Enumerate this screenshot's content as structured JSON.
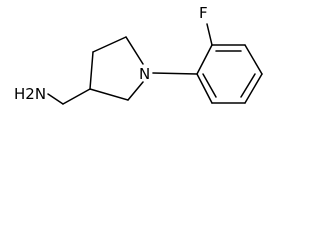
{
  "molecule": {
    "atoms": {
      "fluorine": "F",
      "nitrogen": "N",
      "amine_group": "H2N"
    }
  }
}
